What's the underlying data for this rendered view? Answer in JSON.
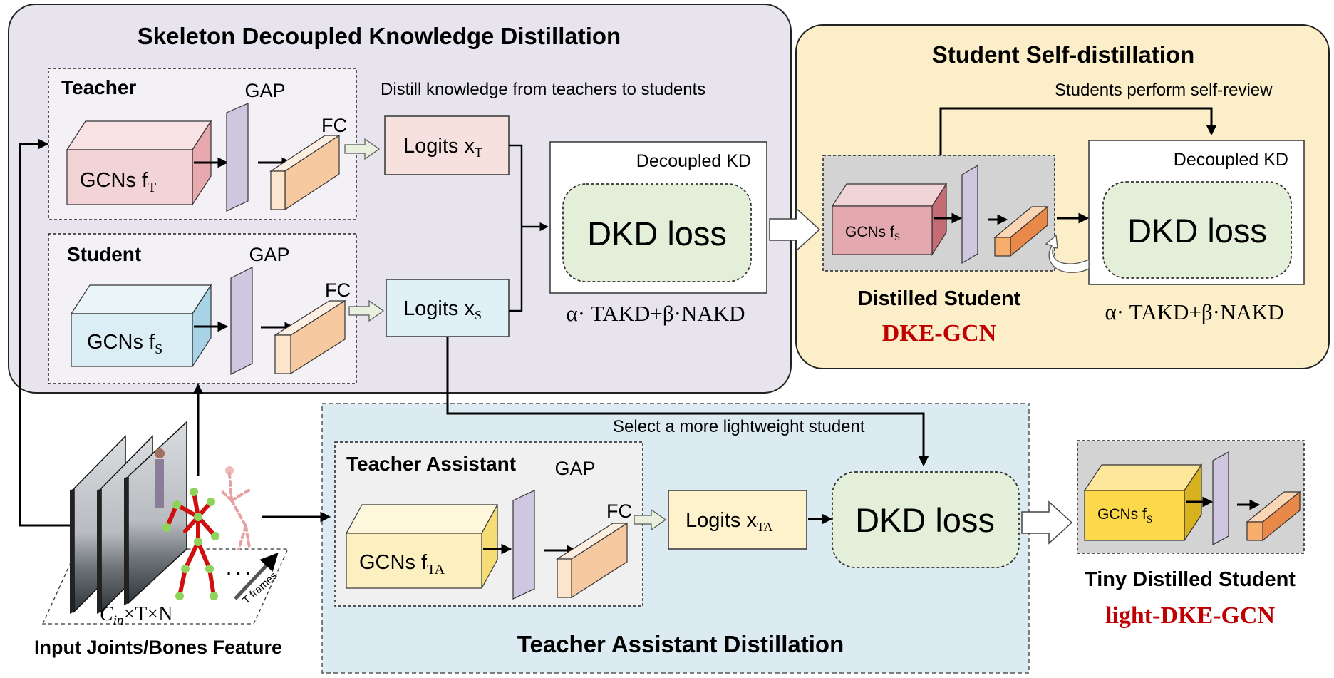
{
  "colors": {
    "skd_panel": "#e8e4ee",
    "ssd_panel": "#fbeec8",
    "tad_panel": "#dcebf2",
    "teacher_gcn": "#f2d4d6",
    "teacher_gcn_side": "#e7a8ae",
    "student_gcn": "#dbeef6",
    "student_gcn_side": "#a8d3e6",
    "ta_gcn": "#fdf0c0",
    "ta_gcn_side": "#f5dc74",
    "tiny_gcn": "#fcd94a",
    "gap_plate": "#cfc6e0",
    "fc_block": "#fde4cc",
    "fc_block_orange": "#f7ad6c",
    "dkd_loss": "#e4efd9",
    "logits_teacher": "#f6e1df",
    "logits_student": "#dff0f7",
    "logits_ta": "#fdf2cc",
    "accent_red": "#c00000"
  },
  "skd": {
    "title": "Skeleton Decoupled  Knowledge Distillation",
    "teacher": {
      "label": "Teacher",
      "gap": "GAP",
      "fc": "FC",
      "gcn": "GCNs f",
      "gcn_sub": "T",
      "logits": "Logits x",
      "logits_sub": "T"
    },
    "student": {
      "label": "Student",
      "gap": "GAP",
      "fc": "FC",
      "gcn": "GCNs f",
      "gcn_sub": "S",
      "logits": "Logits x",
      "logits_sub": "S"
    },
    "distill_note": "Distill knowledge from teachers to students",
    "decoupled_kd": "Decoupled KD",
    "dkd_loss": "DKD loss",
    "formula": "α· TAKD+β·NAKD"
  },
  "ssd": {
    "title": "Student Self-distillation",
    "note": "Students perform self-review",
    "gcn": "GCNs f",
    "gcn_sub": "S",
    "decoupled_kd": "Decoupled KD",
    "dkd_loss": "DKD loss",
    "distilled_student": "Distilled Student",
    "model_name": "DKE-GCN",
    "formula": "α· TAKD+β·NAKD"
  },
  "tad": {
    "title": "Teacher Assistant Distillation",
    "select_note": "Select a more lightweight student",
    "ta_label": "Teacher Assistant",
    "gap": "GAP",
    "fc": "FC",
    "gcn": "GCNs f",
    "gcn_sub": "TA",
    "logits": "Logits x",
    "logits_sub": "TA",
    "dkd_loss": "DKD loss"
  },
  "tiny": {
    "gcn": "GCNs f",
    "gcn_sub": "S",
    "label": "Tiny Distilled Student",
    "model_name": "light-DKE-GCN"
  },
  "input": {
    "dims": "C",
    "dims_sub": "in",
    "dims_rest": "×T×N",
    "frames": "T frames",
    "dots": "· · ·",
    "label": "Input Joints/Bones Feature"
  }
}
